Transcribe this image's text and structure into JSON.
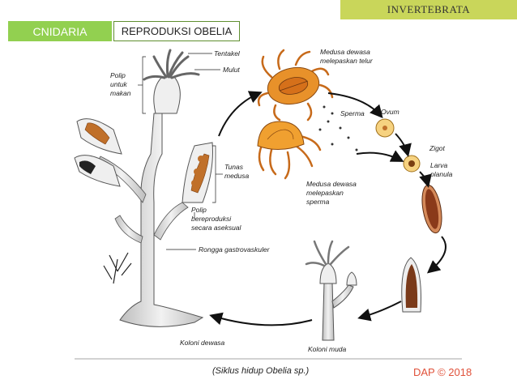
{
  "header": {
    "tab_left": "CNIDARIA",
    "tab_right": "REPRODUKSI OBELIA",
    "banner": "INVERTEBRATA"
  },
  "labels": {
    "tentakel": "Tentakel",
    "mulut": "Mulut",
    "polip_untuk_makan_1": "Polip",
    "polip_untuk_makan_2": "untuk",
    "polip_untuk_makan_3": "makan",
    "medusa_telur_1": "Medusa dewasa",
    "medusa_telur_2": "melepaskan telur",
    "sperma": "Sperma",
    "ovum": "Ovum",
    "zigot": "Zigot",
    "larva_1": "Larva",
    "larva_2": "planula",
    "tunas_1": "Tunas",
    "tunas_2": "medusa",
    "medusa_sperma_1": "Medusa dewasa",
    "medusa_sperma_2": "melepaskan",
    "medusa_sperma_3": "sperma",
    "polip_bereproduksi_1": "Polip",
    "polip_bereproduksi_2": "bereproduksi",
    "polip_bereproduksi_3": "secara aseksual",
    "rongga": "Rongga gastrovaskuler",
    "koloni_dewasa": "Koloni dewasa",
    "koloni_muda": "Koloni muda"
  },
  "footer": {
    "caption": "(Siklus hidup Obelia sp.)",
    "copyright": "DAP © 2018"
  },
  "colors": {
    "tab_green": "#92d050",
    "banner_yellow": "#c9d65a",
    "copyright_red": "#e0513a",
    "medusa_orange": "#e8912a"
  }
}
